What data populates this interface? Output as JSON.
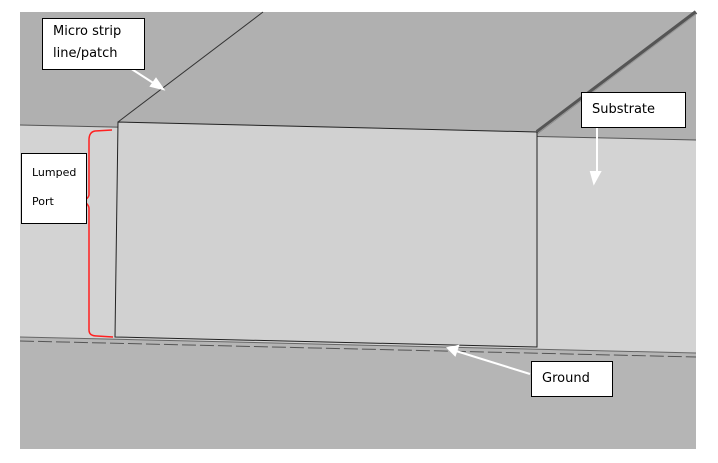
{
  "labels": {
    "microstrip": [
      "Micro strip",
      "line/patch"
    ],
    "lumped_port": [
      "Lumped",
      "Port"
    ],
    "substrate": "Substrate",
    "ground": "Ground"
  },
  "colors": {
    "top_surface": "#b0b0b0",
    "face": "#d3d3d3",
    "ground": "#b5b5b5",
    "port": "#ff2020"
  }
}
